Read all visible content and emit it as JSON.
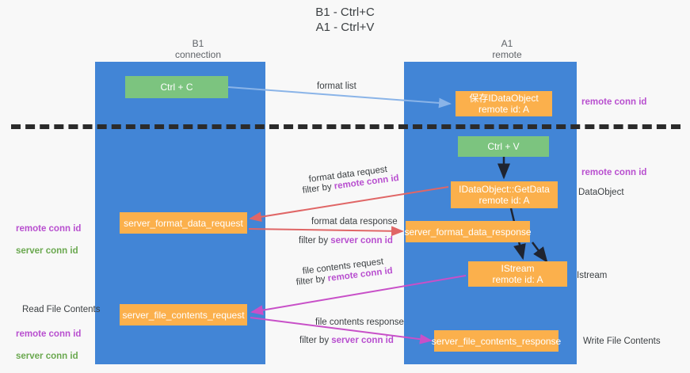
{
  "title": "B1 - Ctrl+C\nA1 - Ctrl+V",
  "columns": {
    "left": "B1\nconnection",
    "right": "A1\nremote"
  },
  "nodes": {
    "ctrl_c": "Ctrl + C",
    "save_dataobject": "保存IDataObject\nremote id: A",
    "ctrl_v": "Ctrl + V",
    "getdata": "IDataObject::GetData\nremote id: A",
    "server_format_data_request": "server_format_data_request",
    "server_format_data_response": "server_format_data_response",
    "istream": "IStream\nremote id: A",
    "server_file_contents_request": "server_file_contents_request",
    "server_file_contents_response": "server_file_contents_response"
  },
  "right_labels": {
    "remote_conn_id_1": "remote conn id",
    "remote_conn_id_2": "remote conn id",
    "dataobject": "DataObject",
    "istream": "Istream",
    "write_file_contents": "Write File Contents"
  },
  "left_labels": {
    "remote_conn_id": "remote conn id",
    "server_conn_id": "server conn id",
    "read_file_contents": "Read File Contents",
    "remote_conn_id_2": "remote conn id",
    "server_conn_id_2": "server conn id"
  },
  "edges": {
    "format_list": "format list",
    "format_data_request": "format data request",
    "format_data_request_filter_prefix": "filter by ",
    "format_data_request_filter_key": "remote conn id",
    "format_data_response": "format data response",
    "format_data_response_filter_prefix": "filter by ",
    "format_data_response_filter_key": "server conn id",
    "file_contents_request": "file contents request",
    "file_contents_request_filter_prefix": "filter by ",
    "file_contents_request_filter_key": "remote conn id",
    "file_contents_response": "file contents response",
    "file_contents_response_filter_prefix": "filter by ",
    "file_contents_response_filter_key": "server conn id"
  },
  "colors": {
    "lane": "#4285d6",
    "green_node": "#7cc47f",
    "orange_node": "#fbb04c",
    "purple_text": "#b84fcf",
    "green_text": "#6aa84f",
    "divider": "#2b2b2b",
    "arrow_blue": "#8ab4e8",
    "arrow_red": "#e06666",
    "arrow_magenta": "#c850c8",
    "arrow_black": "#1f2430"
  }
}
